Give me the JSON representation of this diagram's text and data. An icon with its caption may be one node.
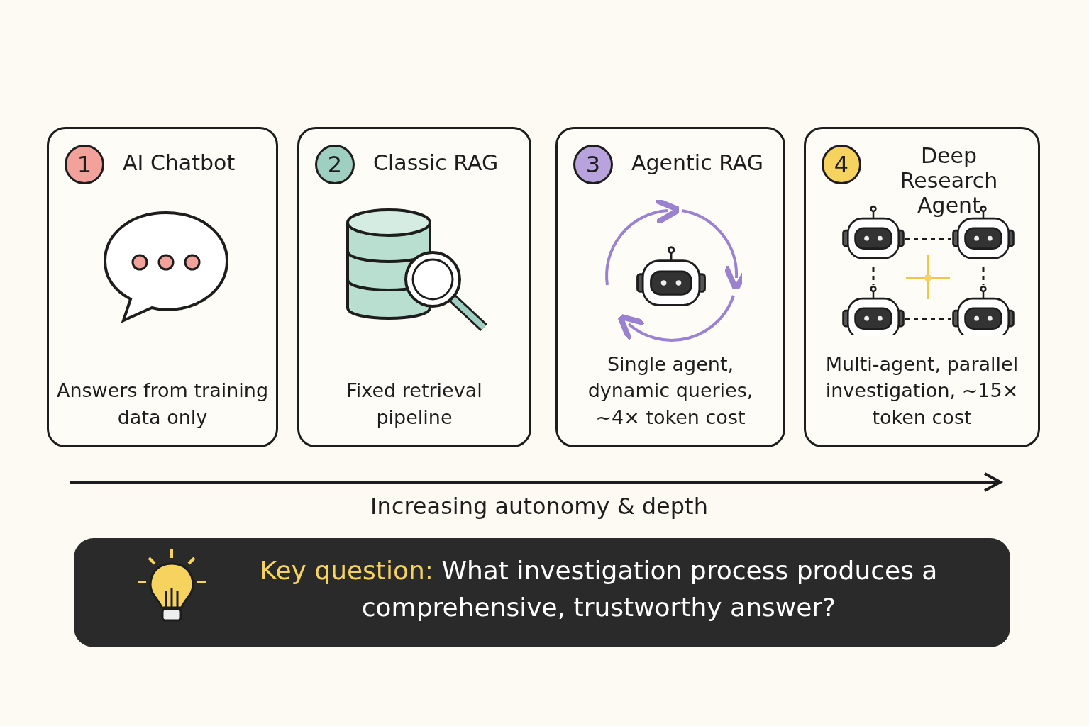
{
  "diagram": {
    "nodes": [
      {
        "text": [
          "AI Chatbot",
          "Answers from training data only"
        ]
      },
      {
        "text": [
          "1"
        ],
        "in": 0
      },
      {
        "text": [
          "Classic RAG",
          "Fixed retrieval pipeline"
        ]
      },
      {
        "text": [
          "2"
        ],
        "in": 2
      },
      {
        "text": [
          "Agentic RAG",
          "Single agent, dynamic queries, ~4× token cost"
        ]
      },
      {
        "text": [
          "3"
        ],
        "in": 4
      },
      {
        "text": [
          "Deep Research Agent",
          "Multi-agent, parallel investigation, ~15× token cost"
        ]
      },
      {
        "text": [
          "4"
        ],
        "in": 6
      },
      {
        "text": [
          "Key question:",
          "What investigation process produces a comprehensive, trustworthy answer?"
        ]
      }
    ],
    "edges": [],
    "labels": [
      "Increasing autonomy & depth"
    ]
  }
}
